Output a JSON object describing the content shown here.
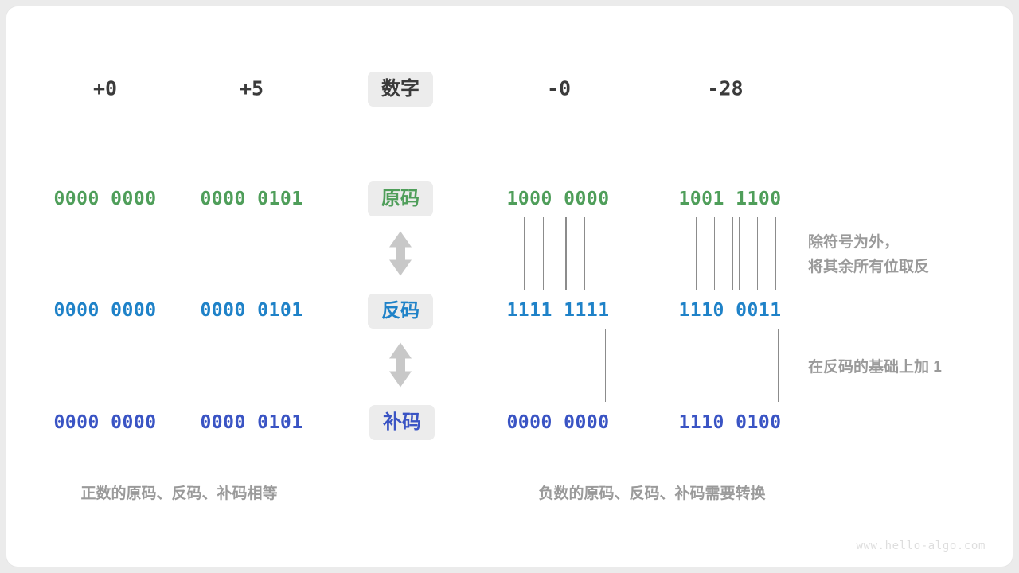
{
  "diagram": {
    "title_row": {
      "label": "数字",
      "values": [
        "+0",
        "+5",
        "-0",
        "-28"
      ]
    },
    "rows": [
      {
        "key": "sign_magnitude",
        "label": "原码",
        "color": "#4f9e5a",
        "bits": [
          "0000 0000",
          "0000 0101",
          "1000 0000",
          "1001 1100"
        ]
      },
      {
        "key": "ones_complement",
        "label": "反码",
        "color": "#1f82c8",
        "bits": [
          "0000 0000",
          "0000 0101",
          "1111 1111",
          "1110 0011"
        ]
      },
      {
        "key": "twos_complement",
        "label": "补码",
        "color": "#3a54c4",
        "bits": [
          "0000 0000",
          "0000 0101",
          "0000 0000",
          "1110 0100"
        ]
      }
    ],
    "notes": {
      "invert": "除符号为外，\n将其余所有位取反",
      "add_one": "在反码的基础上加 1"
    },
    "captions": {
      "positive": "正数的原码、反码、补码相等",
      "negative": "负数的原码、反码、补码需要转换"
    },
    "watermark": "www.hello-algo.com",
    "colors": {
      "green": "#4f9e5a",
      "blue": "#1f82c8",
      "indigo": "#3a54c4",
      "badge_bg": "#ececec",
      "note_gray": "#9a9a9a",
      "line_gray": "#8c8c8c",
      "arrow_gray": "#c8c8c8",
      "card_bg": "#ffffff",
      "page_bg": "#ebebeb"
    }
  }
}
